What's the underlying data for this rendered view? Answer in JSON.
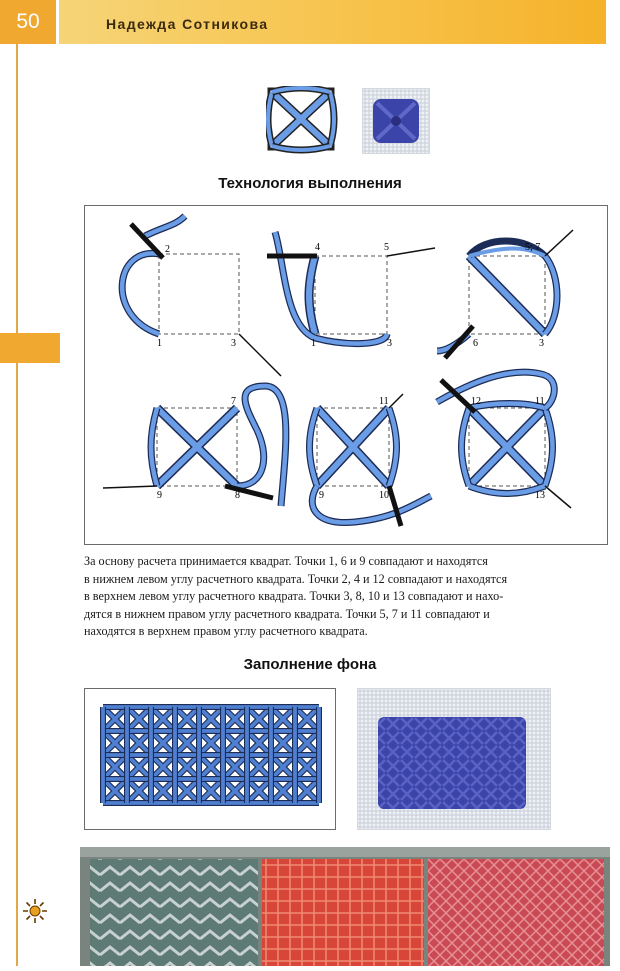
{
  "header": {
    "page_number": "50",
    "author": "Надежда Сотникова"
  },
  "sections": {
    "technique_title": "Технология выполнения",
    "fill_title": "Заполнение фона"
  },
  "diagram": {
    "step1_labels": [
      "2",
      "1",
      "3"
    ],
    "step2_labels": [
      "4",
      "5",
      "1",
      "3"
    ],
    "step3_labels": [
      "5; 7",
      "6",
      "3"
    ],
    "step4_labels": [
      "7",
      "9",
      "8"
    ],
    "step5_labels": [
      "11",
      "9",
      "10"
    ],
    "step6_labels": [
      "12",
      "11",
      "13"
    ]
  },
  "caption_lines": [
    "За основу расчета принимается квадрат. Точки 1, 6 и 9 совпадают и находятся",
    "в нижнем левом углу расчетного квадрата. Точки 2, 4 и 12 совпадают и находятся",
    "в верхнем левом углу расчетного квадрата. Точки 3, 8, 10 и 13 совпадают и нахо-",
    "дятся в нижнем правом углу расчетного квадрата. Точки 5, 7 и 11 совпадают и",
    "находятся в верхнем правом углу расчетного квадрата."
  ],
  "colors": {
    "thread": "#4f7fd0",
    "thread_light": "#9cc0f0",
    "accent": "#f0a830",
    "wool": "#3b44a8"
  }
}
